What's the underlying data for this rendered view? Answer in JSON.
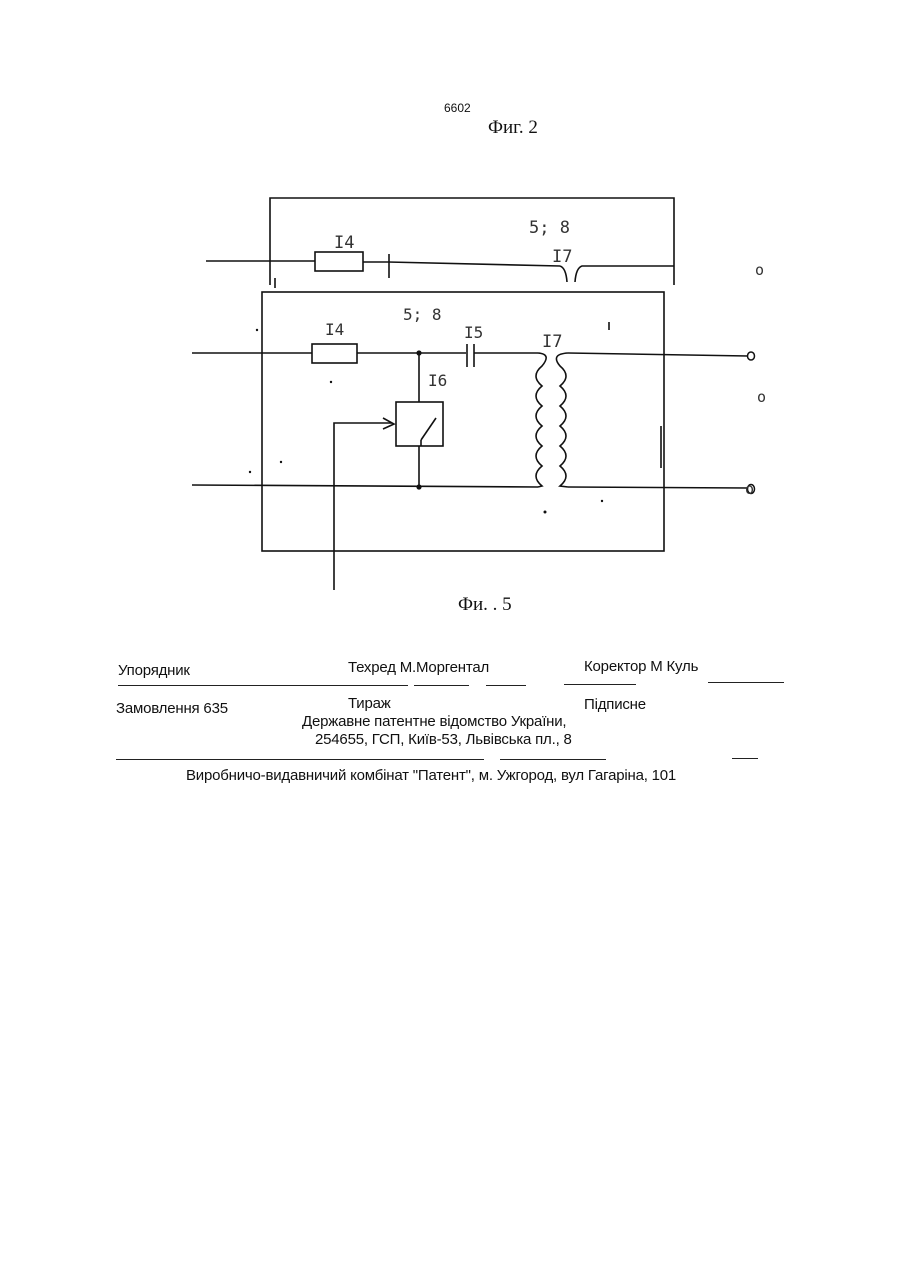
{
  "header": {
    "page_number": "6602",
    "figure_top_caption": "Фиг. 2"
  },
  "diagram": {
    "labels": {
      "top_block": "5; 8",
      "top_resistor": "I4",
      "top_transformer": "I7",
      "inner_block": "5; 8",
      "resistor": "I4",
      "capacitor": "I5",
      "transformer": "I7",
      "switch": "I6"
    },
    "terminals": [
      "o",
      "o",
      "o"
    ]
  },
  "figure_bottom_caption": "Фи. . 5",
  "footer": {
    "compiler": "Упорядник",
    "techred": "Техред М.Моргентал",
    "corrector": "Коректор М Куль",
    "order": "Замовлення 635",
    "circulation": "Тираж",
    "subscription": "Підписне",
    "office": "Державне  патентне  відомство  України,",
    "address": "254655, ГСП, Київ-53, Львівська пл., 8",
    "publisher": "Виробничо-видавничий комбінат   \"Патент\", м. Ужгород, вул Гагаріна, 101"
  }
}
